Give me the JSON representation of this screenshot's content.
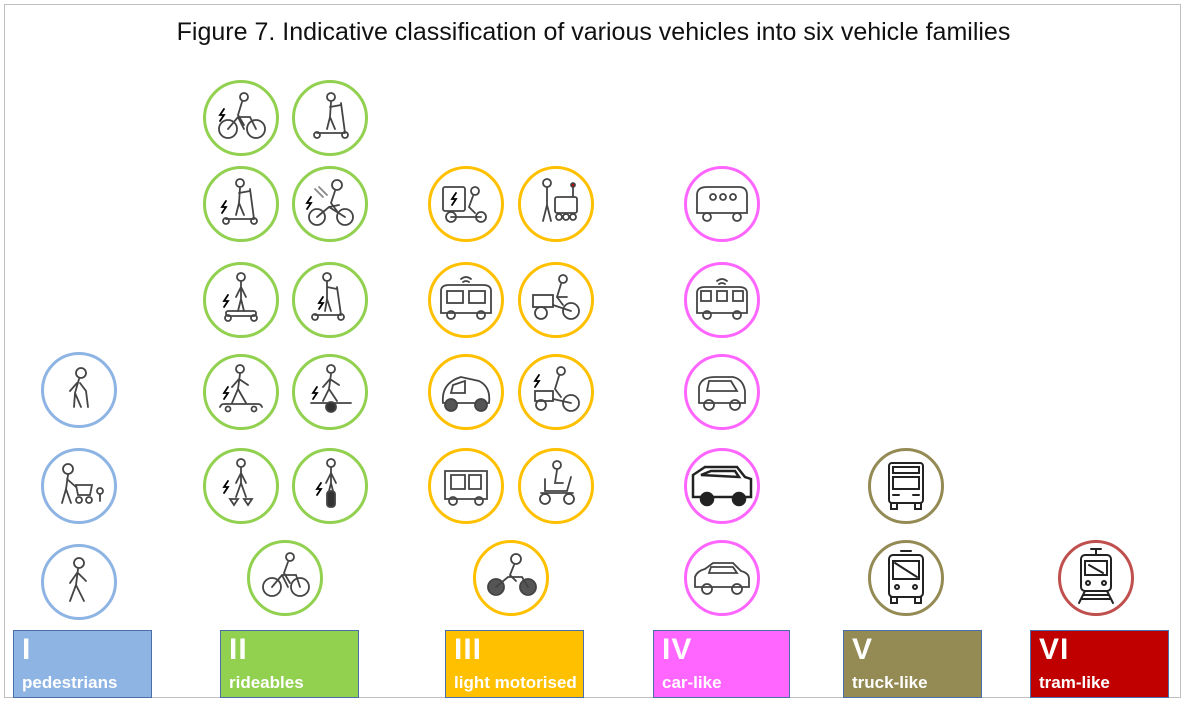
{
  "title": "Figure 7. Indicative classification of various vehicles into six vehicle families",
  "families": [
    {
      "numeral": "I",
      "label": "pedestrians",
      "color": "#8eb4e3",
      "border": "#8eb4e3",
      "icons": [
        "elderly-with-cane",
        "parent-with-stroller",
        "walking-pedestrian"
      ]
    },
    {
      "numeral": "II",
      "label": "rideables",
      "color": "#92d050",
      "border": "#92d050",
      "icons": [
        "e-bike",
        "kick-scooter",
        "e-kick-scooter",
        "e-moped-bicycle",
        "hoverboard",
        "seated-e-scooter",
        "e-skateboard",
        "onewheel",
        "hover-shoes",
        "electric-unicycle",
        "bicycle"
      ]
    },
    {
      "numeral": "III",
      "label": "light motorised",
      "color": "#ffc000",
      "border": "#ffc000",
      "icons": [
        "e-cargo-trike",
        "delivery-robot",
        "autonomous-pod",
        "cargo-bike",
        "enclosed-microcar",
        "e-cargo-bike",
        "tuk-tuk",
        "mobility-scooter",
        "motorcycle"
      ]
    },
    {
      "numeral": "IV",
      "label": "car-like",
      "color": "#ff66ff",
      "border": "#ff66ff",
      "icons": [
        "shared-van",
        "autonomous-shuttle",
        "microcar",
        "suv",
        "car"
      ]
    },
    {
      "numeral": "V",
      "label": "truck-like",
      "color": "#948a54",
      "border": "#948a54",
      "icons": [
        "truck",
        "bus"
      ]
    },
    {
      "numeral": "VI",
      "label": "tram-like",
      "color": "#c00000",
      "border": "#c0504d",
      "icons": [
        "tram"
      ]
    }
  ]
}
